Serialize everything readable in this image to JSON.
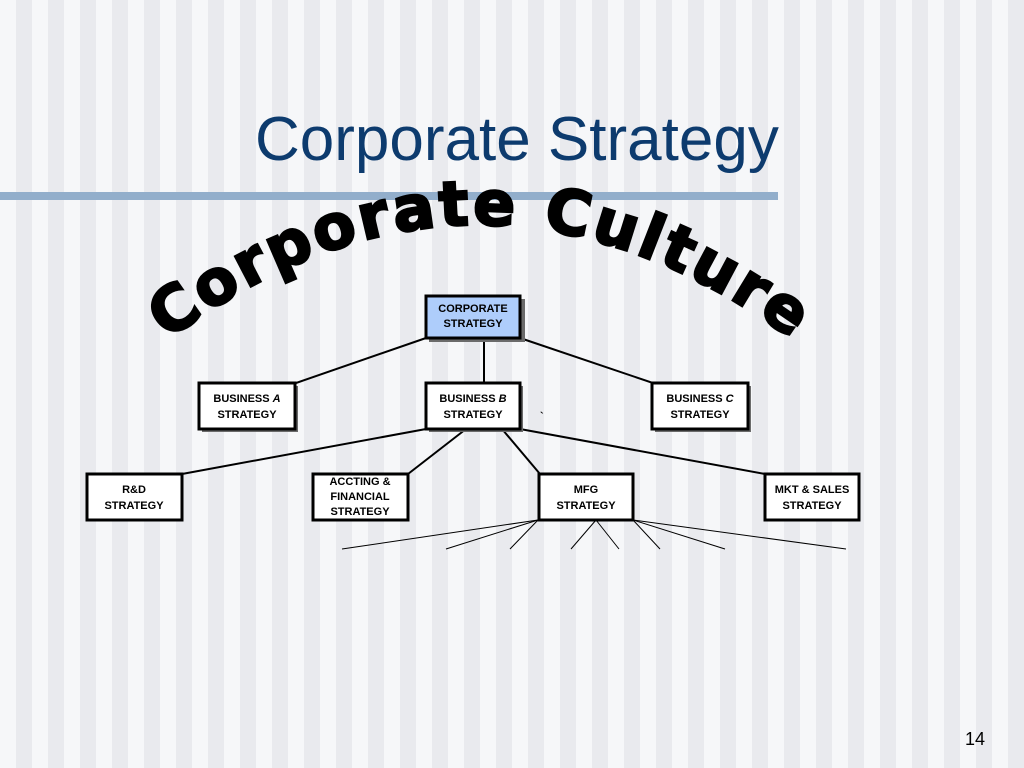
{
  "slide": {
    "title": "Corporate Strategy",
    "page_number": "14",
    "arc_text": "Corporate Culture"
  },
  "org_chart": {
    "top": {
      "line1": "CORPORATE",
      "line2": "STRATEGY"
    },
    "businesses": [
      {
        "prefix": "BUSINESS ",
        "letter": "A",
        "line2": "STRATEGY"
      },
      {
        "prefix": "BUSINESS ",
        "letter": "B",
        "line2": "STRATEGY"
      },
      {
        "prefix": "BUSINESS ",
        "letter": "C",
        "line2": "STRATEGY"
      }
    ],
    "stray_mark": "`",
    "functions": [
      {
        "lines": [
          "R&D",
          "STRATEGY"
        ]
      },
      {
        "lines": [
          "ACCTING &",
          "FINANCIAL",
          "STRATEGY"
        ]
      },
      {
        "lines": [
          "MFG",
          "STRATEGY"
        ]
      },
      {
        "lines": [
          "MKT & SALES",
          "STRATEGY"
        ]
      }
    ]
  },
  "colors": {
    "title": "#0d3b6e",
    "title_rule": "#92aecb",
    "corporate_box_fill": "#aecdfb"
  }
}
